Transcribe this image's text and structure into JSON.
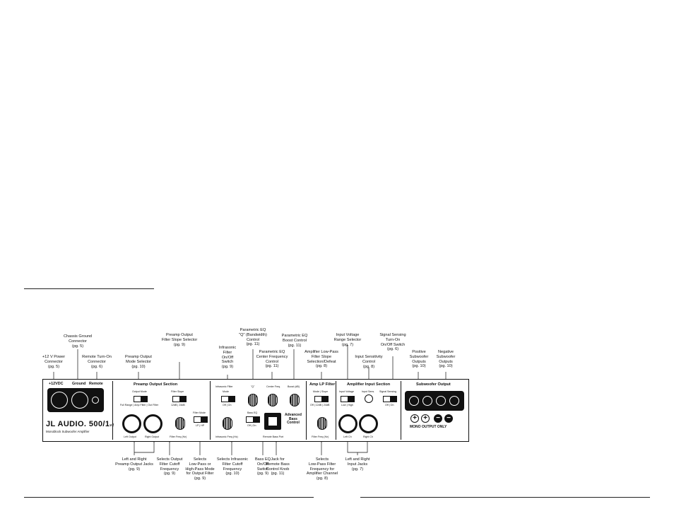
{
  "callouts_top": [
    {
      "id": "chassis-ground",
      "text": "Chassis Ground\nConnector\n(pg. 5)"
    },
    {
      "id": "power-12v",
      "text": "+12 V Power\nConnector\n(pg. 5)"
    },
    {
      "id": "remote-turn-on",
      "text": "Remote Turn-On\nConnector\n(pg. 6)"
    },
    {
      "id": "preamp-mode",
      "text": "Preamp Output\nMode Selector\n(pg. 10)"
    },
    {
      "id": "preamp-slope",
      "text": "Preamp Output\nFilter Slope Selector\n(pg. 9)"
    },
    {
      "id": "infrasonic-switch",
      "text": "Infrasonic\nFilter\nOn/Off\nSwitch\n(pg. 9)"
    },
    {
      "id": "peq-q",
      "text": "Parametric EQ\n\"Q\" (Bandwidth)\nControl\n(pg. 11)"
    },
    {
      "id": "peq-center",
      "text": "Parametric EQ\nCenter Frequency\nControl\n(pg. 11)"
    },
    {
      "id": "peq-boost",
      "text": "Parametric EQ\nBoost Control\n(pg. 11)"
    },
    {
      "id": "amp-lp-slope",
      "text": "Amplifier Low-Pass\nFilter Slope\nSelection/Defeat\n(pg. 8)"
    },
    {
      "id": "input-voltage",
      "text": "Input Voltage\nRange Selector\n(pg. 7)"
    },
    {
      "id": "input-sens",
      "text": "Input Sensitivity\nControl\n(pg. 8)"
    },
    {
      "id": "signal-sensing",
      "text": "Signal Sensing\nTurn-On\nOn/Off Switch\n(pg. 6)"
    },
    {
      "id": "pos-outputs",
      "text": "Positive\nSubwoofer\nOutputs\n(pg. 10)"
    },
    {
      "id": "neg-outputs",
      "text": "Negative\nSubwoofer\nOutputs\n(pg. 10)"
    }
  ],
  "callouts_bottom": [
    {
      "id": "preamp-jacks",
      "text": "Left and Right\nPreamp Output Jacks\n(pg. 9)"
    },
    {
      "id": "output-cutoff",
      "text": "Selects Output\nFilter Cutoff\nFrequency\n(pg. 9)"
    },
    {
      "id": "lp-hp-mode",
      "text": "Selects\nLow-Pass or\nHigh-Pass Mode\nfor Output Filter\n(pg. 9)"
    },
    {
      "id": "infrasonic-cutoff",
      "text": "Selects Infrasonic\nFilter Cutoff\nFrequency\n(pg. 10)"
    },
    {
      "id": "bass-eq",
      "text": "Bass EQ\nOn/Off\nSwitch\n(pg. 9)"
    },
    {
      "id": "remote-jack",
      "text": "Jack for\nRemote Bass\nControl Knob\n(pg. 11)"
    },
    {
      "id": "lp-freq",
      "text": "Selects\nLow-Pass Filter\nFrequency for\nAmplifier Channel\n(pg. 8)"
    },
    {
      "id": "input-jacks",
      "text": "Left and Right\nInput Jacks\n(pg. 7)"
    }
  ],
  "panel": {
    "power_label": "+12VDC",
    "ground_label": "Ground",
    "remote_label": "Remote",
    "brand": "JL AUDIO. 500/1",
    "brand_version": "v2",
    "model_sub": "Monoblock Subwoofer Amplifier",
    "preamp_section": "Preamp Output Section",
    "output_mode": "Output Mode",
    "mode_options": "Full Range | Amp Filter | Out Filter",
    "filter_slope": "Filter Slope",
    "slope_options": "12dB | 24dB",
    "filter_mode": "Filter Mode",
    "lp_hp": "LP | HP",
    "left_output": "Left Output",
    "right_output": "Right Output",
    "filter_freq_hz": "Filter Freq (Hz)",
    "infrasonic_filter": "Infrasonic Filter",
    "mode": "Mode",
    "off_on": "Off | On",
    "infrasonic_freq": "Infrasonic Freq (Hz)",
    "q_symbol": "\"Q\"",
    "center_freq": "Center Freq.",
    "boost_db": "Boost (dB)",
    "bass_eq": "Bass EQ",
    "remote_bass_port": "Remote Bass Port",
    "advanced_bass": "Advanced\nBass\nControl",
    "amp_lp_filter": "Amp LP Filter",
    "mode_slope": "Mode | Slope",
    "lp_options": "Off | 12dB | 24dB",
    "amp_filter_freq": "Filter Freq (Hz)",
    "amp_input_section": "Amplifier Input Section",
    "input_voltage": "Input Voltage",
    "low_high": "Low | High",
    "input_sens": "Input Sens.",
    "signal_sensing": "Signal Sensing",
    "left_ch": "Left Ch",
    "right_ch": "Right Ch",
    "subwoofer_output": "Subwoofer Output",
    "mono_output_only": "MONO OUTPUT ONLY"
  }
}
